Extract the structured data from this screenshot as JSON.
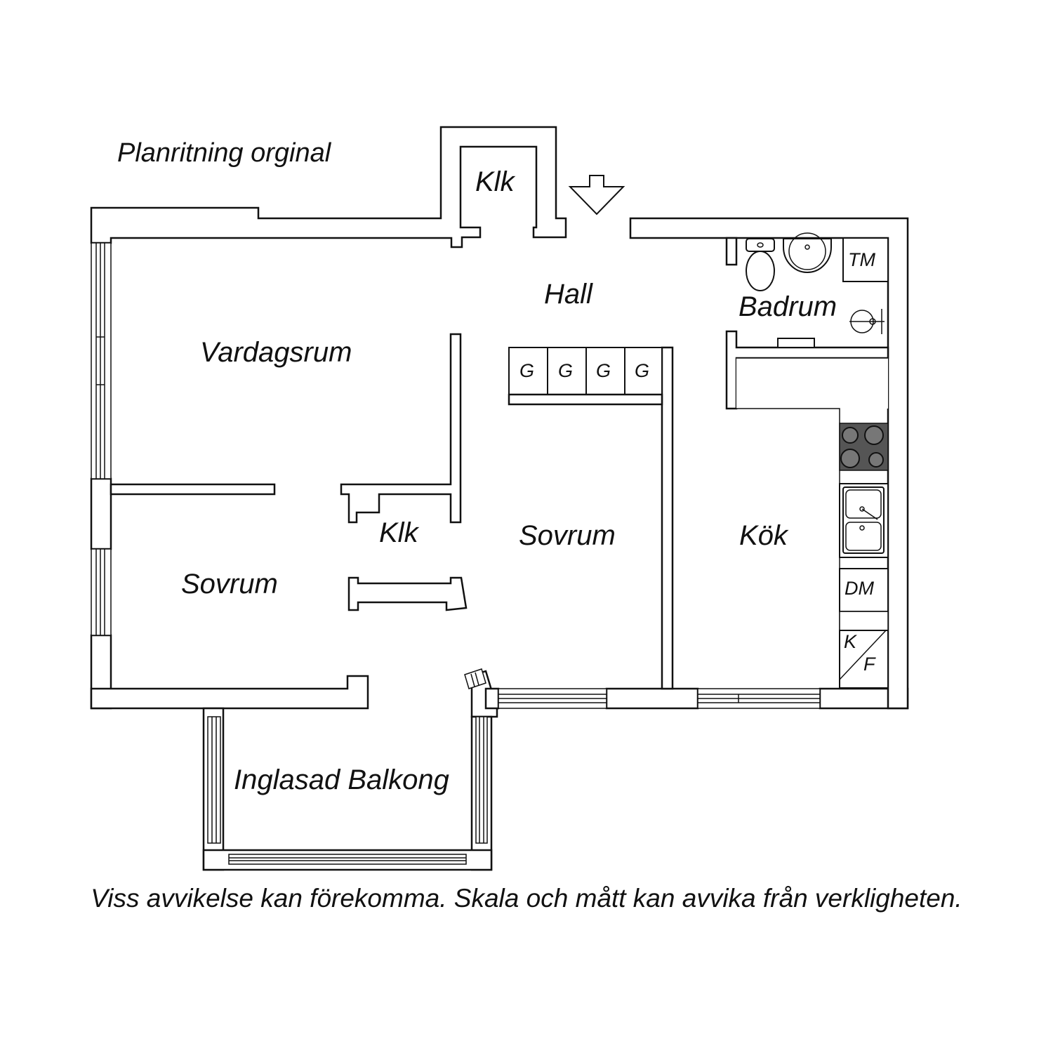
{
  "title": "Planritning orginal",
  "disclaimer": "Viss avvikelse kan förekomma. Skala och mått kan avvika från verkligheten.",
  "rooms": {
    "klk_top": "Klk",
    "hall": "Hall",
    "badrum": "Badrum",
    "vardagsrum": "Vardagsrum",
    "klk_mid": "Klk",
    "sovrum_center": "Sovrum",
    "kok": "Kök",
    "sovrum_left": "Sovrum",
    "balkong": "Inglasad Balkong"
  },
  "fixtures": {
    "tm": "TM",
    "dm": "DM",
    "k": "K",
    "f": "F",
    "wardrobes": [
      "G",
      "G",
      "G",
      "G"
    ]
  },
  "colors": {
    "line": "#111111",
    "stove": "#555555",
    "background": "#ffffff"
  },
  "icons": [
    "entrance-arrow-icon",
    "toilet-icon",
    "washbasin-icon",
    "shower-icon",
    "stove-icon",
    "kitchen-sink-icon"
  ]
}
